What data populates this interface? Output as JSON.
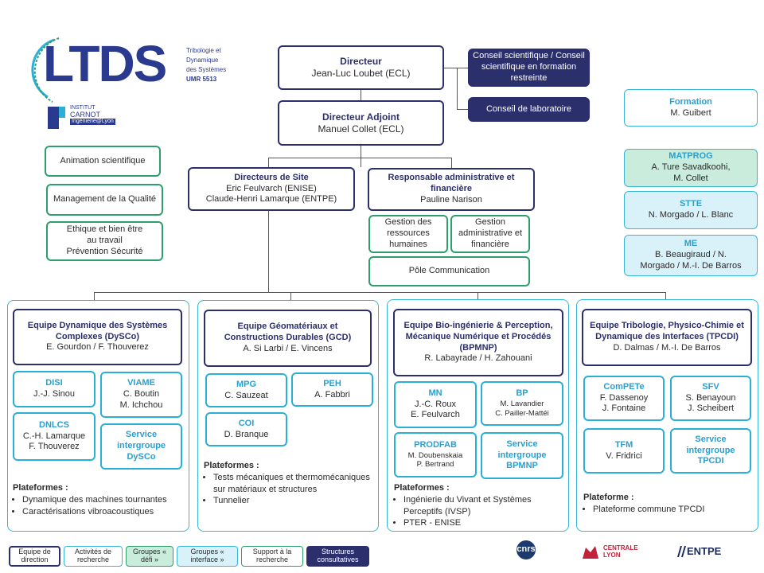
{
  "logo": {
    "letters": "LTDS",
    "sub_lines": [
      "Tribologie et",
      "Dynamique",
      "des Systèmes"
    ],
    "umr": "UMR 5513",
    "carnot_line1": "INSTITUT",
    "carnot_line2": "CARNOT",
    "carnot_line3": "Ingénierie@Lyon"
  },
  "top": {
    "directeur": {
      "title": "Directeur",
      "name": "Jean-Luc Loubet (ECL)"
    },
    "adjoint": {
      "title": "Directeur Adjoint",
      "name": "Manuel Collet (ECL)"
    },
    "conseil_sci": "Conseil scientifique / Conseil scientifique en formation restreinte",
    "conseil_lab": "Conseil de laboratoire"
  },
  "support": {
    "animation": "Animation scientifique",
    "qualite": "Management de la Qualité",
    "ethique": [
      "Ethique et bien être",
      "au travail",
      "Prévention Sécurité"
    ]
  },
  "site": {
    "title": "Directeurs de Site",
    "names": [
      "Eric Feulvarch (ENISE)",
      "Claude-Henri Lamarque (ENTPE)"
    ]
  },
  "admin": {
    "title": "Responsable administrative et financière",
    "name": "Pauline Narison",
    "rh": "Gestion des ressources humaines",
    "gestion": "Gestion administrative et financière",
    "communication": "Pôle Communication"
  },
  "right": {
    "formation": {
      "title": "Formation",
      "names": "M. Guibert"
    },
    "matprog": {
      "title": "MATPROG",
      "names": [
        "A. Ture Savadkoohi,",
        "M. Collet"
      ]
    },
    "stte": {
      "title": "STTE",
      "names": "N. Morgado / L. Blanc"
    },
    "me": {
      "title": "ME",
      "names": [
        "B. Beaugiraud / N.",
        "Morgado / M.-I. De Barros"
      ]
    }
  },
  "teams": {
    "dysco": {
      "title": "Equipe Dynamique des Systèmes Complexes (DySCo)",
      "leaders": "E. Gourdon / F. Thouverez",
      "groups": [
        {
          "title": "DISI",
          "names": [
            "J.-J. Sinou"
          ]
        },
        {
          "title": "VIAME",
          "names": [
            "C. Boutin",
            "M. Ichchou"
          ]
        },
        {
          "title": "DNLCS",
          "names": [
            "C.-H. Lamarque",
            "F. Thouverez"
          ]
        },
        {
          "title": "Service intergroupe DySCo",
          "names": []
        }
      ],
      "plat_title": "Plateformes :",
      "plat_items": [
        "Dynamique des machines tournantes",
        "Caractérisations vibroacoustiques"
      ]
    },
    "gcd": {
      "title": "Equipe Géomatériaux et Constructions Durables (GCD)",
      "leaders": "A. Si Larbi / E. Vincens",
      "groups": [
        {
          "title": "MPG",
          "names": [
            "C. Sauzeat"
          ]
        },
        {
          "title": "PEH",
          "names": [
            "A. Fabbri"
          ]
        },
        {
          "title": "COI",
          "names": [
            "D. Branque"
          ]
        }
      ],
      "plat_title": "Plateformes :",
      "plat_items": [
        "Tests mécaniques et thermomécaniques sur matériaux et structures",
        "Tunnelier"
      ]
    },
    "bpmnp": {
      "title": "Equipe Bio-ingénierie & Perception, Mécanique Numérique et Procédés (BPMNP)",
      "leaders": "R. Labayrade / H. Zahouani",
      "groups": [
        {
          "title": "MN",
          "names": [
            "J.-C. Roux",
            "E. Feulvarch"
          ]
        },
        {
          "title": "BP",
          "names": [
            "M. Lavandier",
            "C. Pailler-Mattéi"
          ]
        },
        {
          "title": "PRODFAB",
          "names": [
            "M. Doubenskaia",
            "P. Bertrand"
          ]
        },
        {
          "title": "Service intergroupe BPMNP",
          "names": []
        }
      ],
      "plat_title": "Plateformes :",
      "plat_items": [
        "Ingénierie du Vivant et Systèmes Perceptifs (IVSP)",
        "PTER - ENISE"
      ]
    },
    "tpcdi": {
      "title": "Equipe Tribologie, Physico-Chimie et Dynamique des Interfaces (TPCDI)",
      "leaders": "D. Dalmas / M.-I. De Barros",
      "groups": [
        {
          "title": "ComPETe",
          "names": [
            "F. Dassenoy",
            "J. Fontaine"
          ]
        },
        {
          "title": "SFV",
          "names": [
            "S. Benayoun",
            "J. Scheibert"
          ]
        },
        {
          "title": "TFM",
          "names": [
            "V. Fridrici"
          ]
        },
        {
          "title": "Service intergroupe TPCDI",
          "names": []
        }
      ],
      "plat_title": "Plateforme :",
      "plat_items": [
        "Plateforme commune TPCDI"
      ]
    }
  },
  "legend": [
    "Equipe de direction",
    "Activités de recherche",
    "Groupes « défi »",
    "Groupes « interface »",
    "Support à la recherche",
    "Structures consultatives"
  ],
  "partners": {
    "cnrs": "cnrs",
    "centrale": [
      "CENTRALE",
      "LYON"
    ],
    "entpe": "ENTPE"
  },
  "colors": {
    "navy": "#2b2f6b",
    "green": "#2e9e6a",
    "cyan": "#38b6d8",
    "logo_blue": "#2a3a8f"
  }
}
